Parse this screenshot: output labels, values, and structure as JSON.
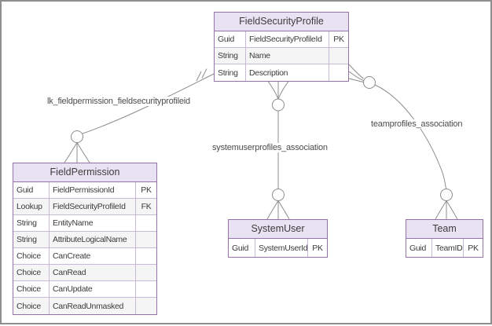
{
  "diagram": {
    "entities": [
      {
        "id": "fieldSecurityProfile",
        "title": "FieldSecurityProfile",
        "rows": [
          [
            "Guid",
            "FieldSecurityProfileId",
            "PK"
          ],
          [
            "String",
            "Name",
            ""
          ],
          [
            "String",
            "Description",
            ""
          ]
        ]
      },
      {
        "id": "fieldPermission",
        "title": "FieldPermission",
        "rows": [
          [
            "Guid",
            "FieldPermissionId",
            "PK"
          ],
          [
            "Lookup",
            "FieldSecurityProfileId",
            "FK"
          ],
          [
            "String",
            "EntityName",
            ""
          ],
          [
            "String",
            "AttributeLogicalName",
            ""
          ],
          [
            "Choice",
            "CanCreate",
            ""
          ],
          [
            "Choice",
            "CanRead",
            ""
          ],
          [
            "Choice",
            "CanUpdate",
            ""
          ],
          [
            "Choice",
            "CanReadUnmasked",
            ""
          ]
        ]
      },
      {
        "id": "systemUser",
        "title": "SystemUser",
        "rows": [
          [
            "Guid",
            "SystemUserId",
            "PK"
          ]
        ]
      },
      {
        "id": "team",
        "title": "Team",
        "rows": [
          [
            "Guid",
            "TeamID",
            "PK"
          ]
        ]
      }
    ],
    "relationships": [
      {
        "label": "lk_fieldpermission_fieldsecurityprofileid",
        "from": "FieldSecurityProfile",
        "to": "FieldPermission",
        "from_cardinality": "exactly-one",
        "to_cardinality": "zero-or-many"
      },
      {
        "label": "systemuserprofiles_association",
        "from": "FieldSecurityProfile",
        "to": "SystemUser",
        "from_cardinality": "zero-or-many",
        "to_cardinality": "zero-or-many"
      },
      {
        "label": "teamprofiles_association",
        "from": "FieldSecurityProfile",
        "to": "Team",
        "from_cardinality": "zero-or-many",
        "to_cardinality": "zero-or-many"
      }
    ],
    "colors": {
      "entity_border": "#9673a6",
      "header_fill": "#e9e2f3",
      "row_alt_fill": "#f5f5f5",
      "line": "#8c8c8c",
      "text": "#3c3c3c",
      "label_text": "#4d4d4d",
      "frame_border": "#8e8e8e"
    }
  }
}
